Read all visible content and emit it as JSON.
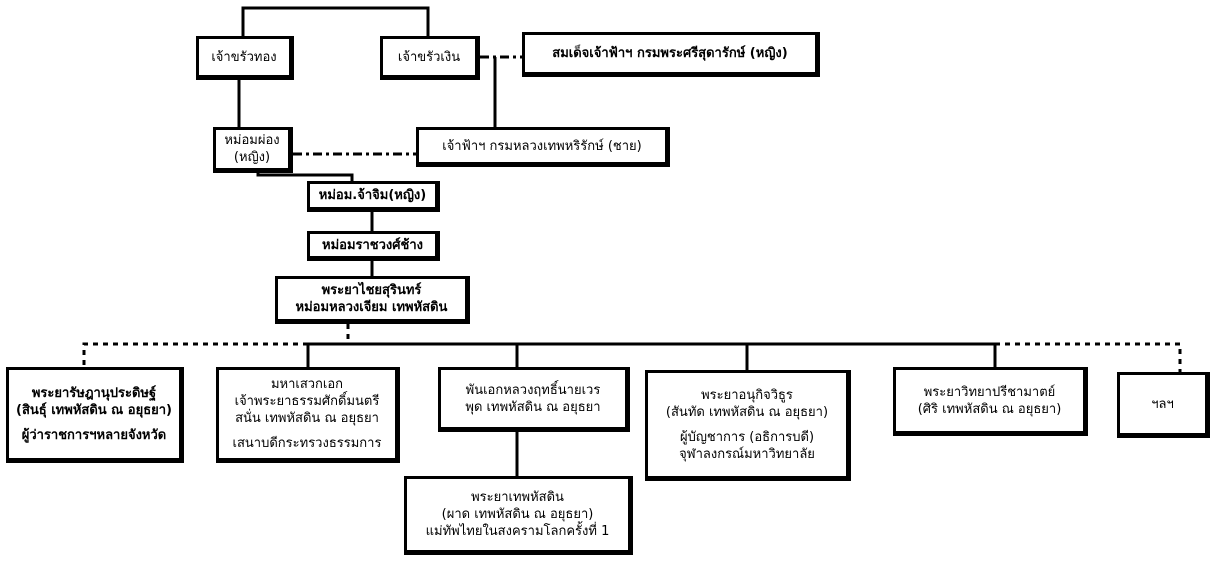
{
  "chart_data": {
    "type": "tree",
    "line_color": "#000000",
    "background": "#ffffff",
    "nodes": [
      {
        "id": "n1",
        "lines": [
          "เจ้าขรัวทอง"
        ]
      },
      {
        "id": "n2",
        "lines": [
          "เจ้าขรัวเงิน"
        ]
      },
      {
        "id": "n3",
        "lines": [
          "สมเด็จเจ้าฟ้าฯ กรมพระศรีสุดารักษ์ (หญิง)"
        ]
      },
      {
        "id": "n4",
        "lines": [
          "หม่อมผ่อง",
          "(หญิง)"
        ]
      },
      {
        "id": "n5",
        "lines": [
          "เจ้าฟ้าฯ กรมหลวงเทพหริรักษ์  (ชาย)"
        ]
      },
      {
        "id": "n6",
        "lines": [
          "หม่อม.จ้าจิม(หญิง)"
        ]
      },
      {
        "id": "n7",
        "lines": [
          "หม่อมราชวงศ์ช้าง"
        ]
      },
      {
        "id": "n8",
        "lines": [
          "พระยาไชยสุรินทร์",
          "หม่อมหลวงเจียม  เทพหัสดิน"
        ]
      },
      {
        "id": "n9",
        "lines": [
          "พระยารัษฎานุประดิษฐ์",
          "(สินธุ์ เทพหัสดิน ณ อยุธยา)",
          "ผู้ว่าราชการฯหลายจังหวัด"
        ]
      },
      {
        "id": "n10",
        "lines": [
          "มหาเสวกเอก",
          "เจ้าพระยาธรรมศักดิ์มนตรี",
          "สนั่น เทพหัสดิน ณ อยุธยา",
          "เสนาบดีกระทรวงธรรมการ"
        ]
      },
      {
        "id": "n11",
        "lines": [
          "พันเอกหลวงฤทธิ์นายเวร",
          "พุด เทพหัสดิน ณ อยุธยา"
        ]
      },
      {
        "id": "n12",
        "lines": [
          "พระยาอนุกิจวิธูร",
          "(สันทัด  เทพหัสดิน ณ อยุธยา)",
          "ผู้บัญชาการ (อธิการบดี)",
          "จุฬาลงกรณ์มหาวิทยาลัย"
        ]
      },
      {
        "id": "n13",
        "lines": [
          "พระยาวิทยาปรีชามาตย์",
          "(ศิริ เทพหัสดิน ณ อยุธยา)"
        ]
      },
      {
        "id": "n14",
        "lines": [
          "ฯลฯ"
        ]
      },
      {
        "id": "n15",
        "lines": [
          "พระยาเทพหัสดิน",
          "(ผาด  เทพหัสดิน ณ อยุธยา)",
          "แม่ทัพไทยในสงครามโลกครั้งที่ 1"
        ]
      }
    ],
    "edges": [
      {
        "from": "n1",
        "to": "n2",
        "style": "solid"
      },
      {
        "from": "n1",
        "to": "n4",
        "style": "solid"
      },
      {
        "from": "n2",
        "to": "n3",
        "style": "dash-dot"
      },
      {
        "from": "n2",
        "to": "n5",
        "style": "solid"
      },
      {
        "from": "n4",
        "to": "n5",
        "style": "dash-dot"
      },
      {
        "from": "n4",
        "to": "n6",
        "style": "solid"
      },
      {
        "from": "n6",
        "to": "n7",
        "style": "solid"
      },
      {
        "from": "n7",
        "to": "n8",
        "style": "solid"
      },
      {
        "from": "n8",
        "to": "n9",
        "style": "dotted"
      },
      {
        "from": "n8",
        "to": "n10",
        "style": "solid"
      },
      {
        "from": "n8",
        "to": "n11",
        "style": "solid"
      },
      {
        "from": "n8",
        "to": "n12",
        "style": "solid"
      },
      {
        "from": "n8",
        "to": "n13",
        "style": "solid"
      },
      {
        "from": "n8",
        "to": "n14",
        "style": "dotted"
      },
      {
        "from": "n11",
        "to": "n15",
        "style": "solid"
      }
    ]
  }
}
